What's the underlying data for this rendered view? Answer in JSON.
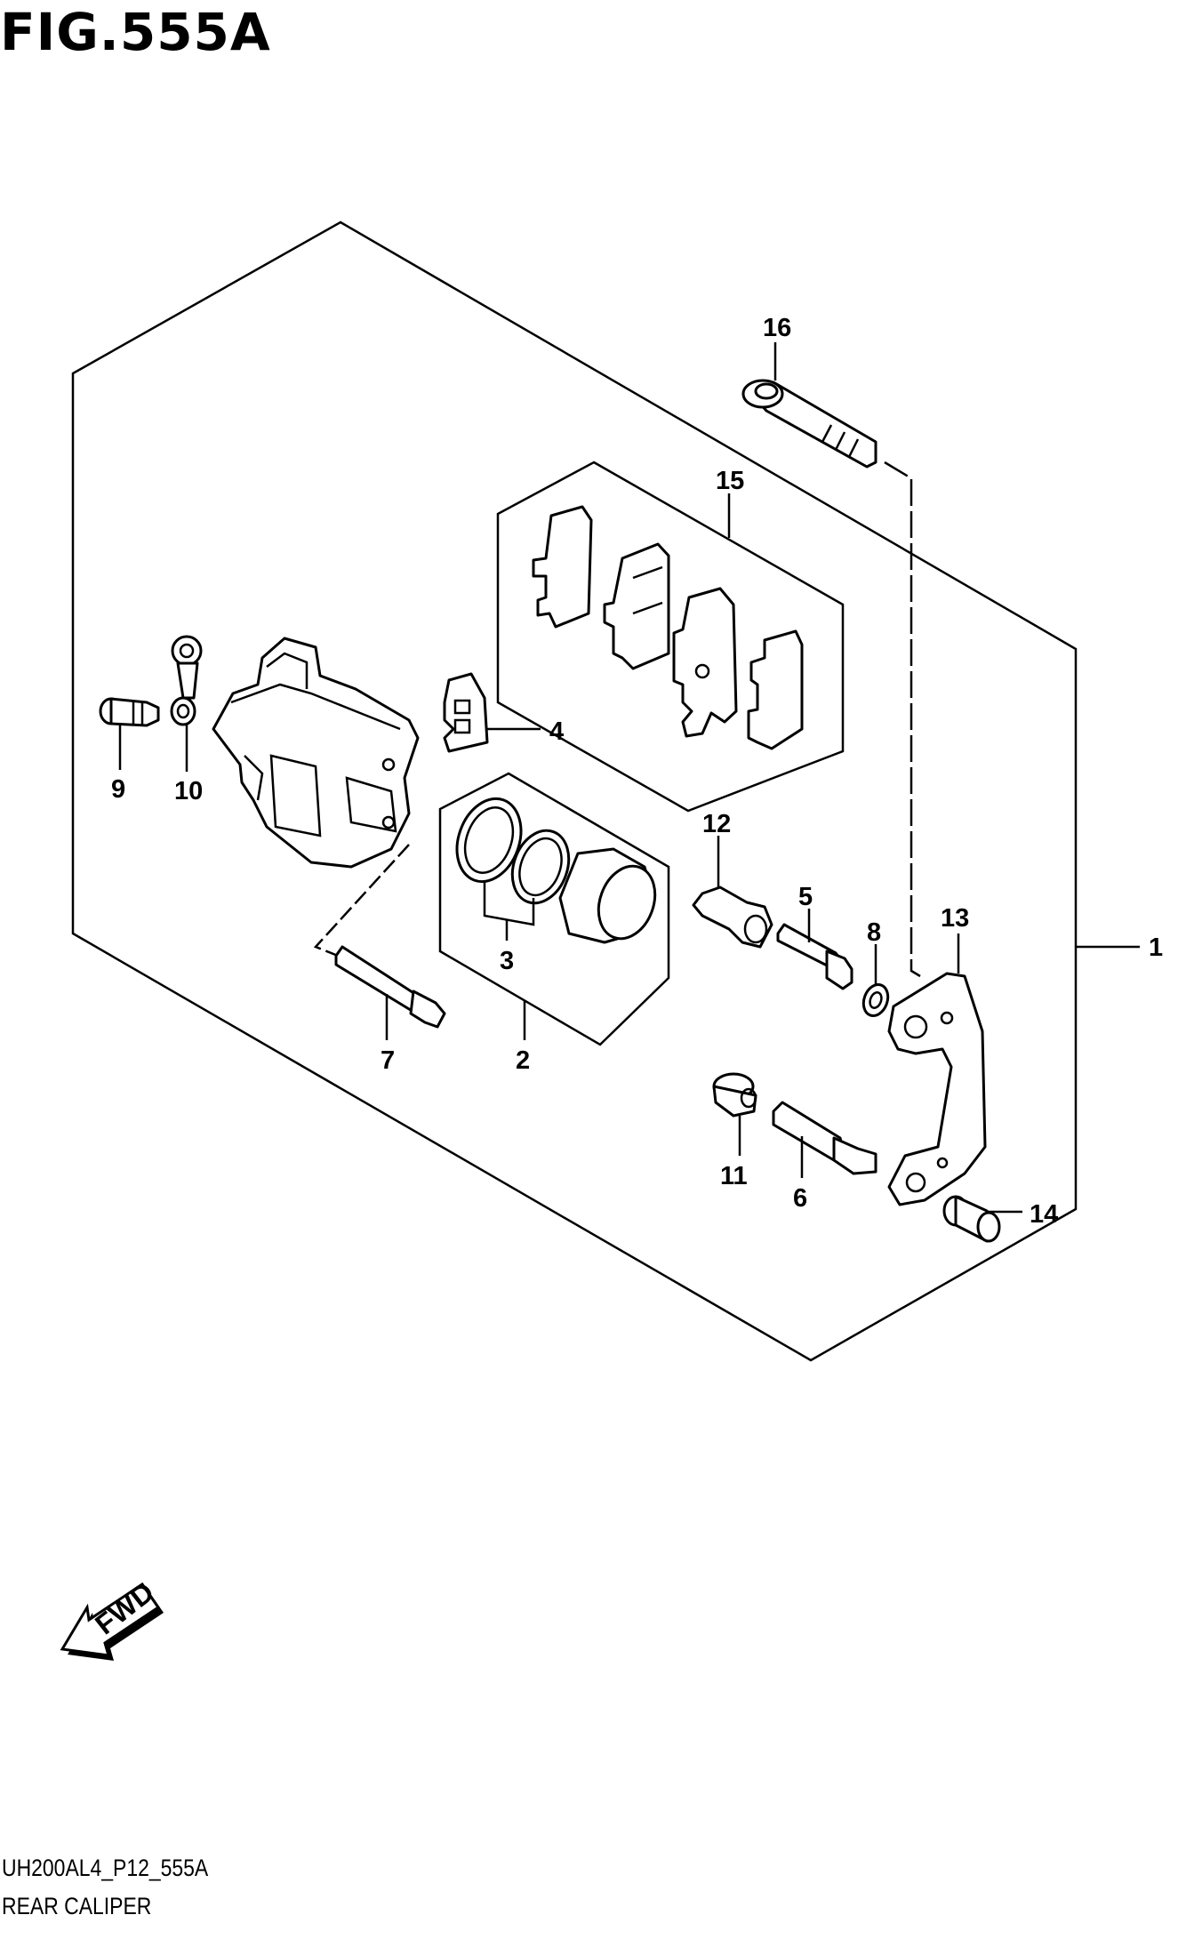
{
  "figure": {
    "title": "FIG.555A",
    "code": "UH200AL4_P12_555A",
    "name": "REAR CALIPER",
    "fwd_label": "FWD"
  },
  "callouts": {
    "c1": "1",
    "c2": "2",
    "c3": "3",
    "c4": "4",
    "c5": "5",
    "c6": "6",
    "c7": "7",
    "c8": "8",
    "c9": "9",
    "c10": "10",
    "c11": "11",
    "c12": "12",
    "c13": "13",
    "c14": "14",
    "c15": "15",
    "c16": "16"
  },
  "icons": {
    "fwd_arrow": "fwd-arrow-icon"
  }
}
